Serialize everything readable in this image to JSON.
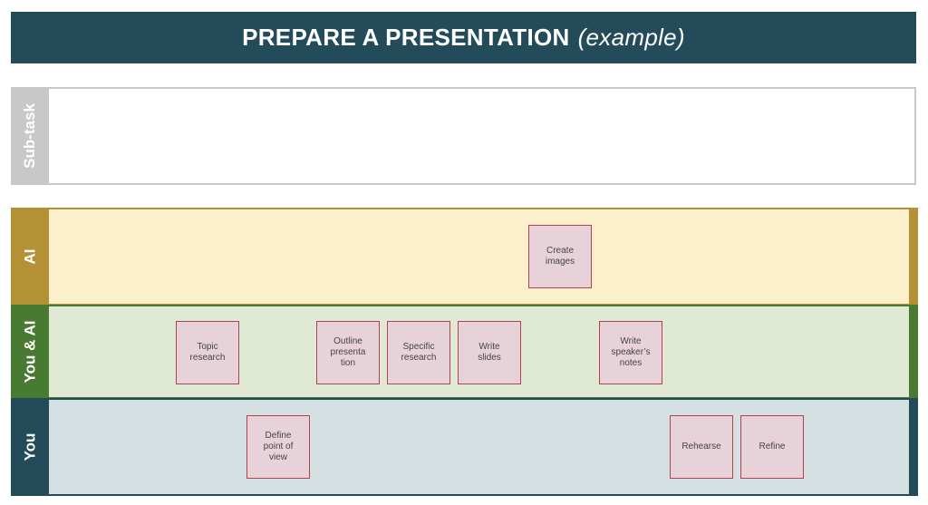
{
  "header": {
    "title": "PREPARE A PRESENTATION",
    "subtitle": "(example)"
  },
  "lanes": {
    "subtask": {
      "label": "Sub-task"
    },
    "ai": {
      "label": "AI"
    },
    "you_ai": {
      "label": "You & AI"
    },
    "you": {
      "label": "You"
    }
  },
  "notes": {
    "create_images": "Create\nimages",
    "topic_research": "Topic\nresearch",
    "outline_presentation": "Outline\npresenta\ntion",
    "specific_research": "Specific\nresearch",
    "write_slides": "Write\nslides",
    "write_speakers_notes": "Write\nspeaker’s\nnotes",
    "define_point_of_view": "Define\npoint of\nview",
    "rehearse": "Rehearse",
    "refine": "Refine"
  },
  "colors": {
    "header": "#234b59",
    "subtask": "#c8c8c8",
    "ai": "#b39134",
    "you_ai": "#487a32",
    "you": "#234b59",
    "note_fill": "#e8d2da",
    "note_border": "#b3414f"
  }
}
